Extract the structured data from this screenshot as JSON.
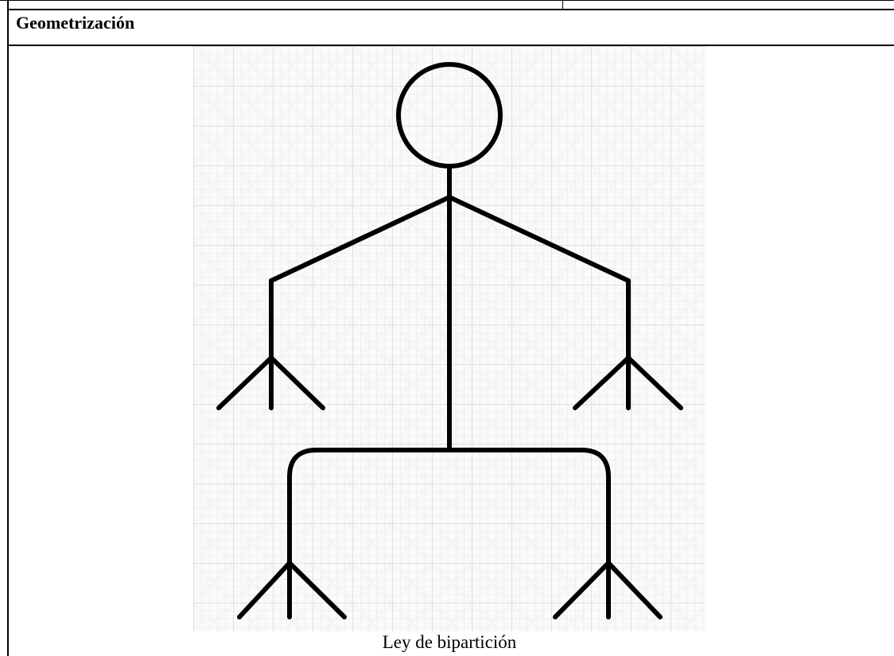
{
  "section": {
    "title": "Geometrización"
  },
  "figure": {
    "description_icon": "stick-figure-bipartition-diagram",
    "caption": "Ley de bipartición",
    "grid_color": "#cfcfcf",
    "stroke_color": "#000000"
  }
}
